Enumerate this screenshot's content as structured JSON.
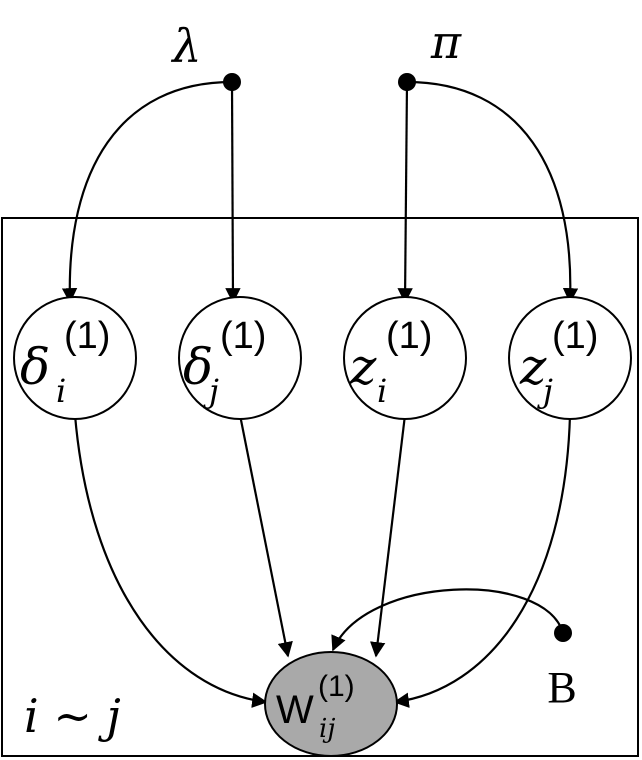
{
  "hyperparameters": {
    "lambda": "λ",
    "pi": "π",
    "b": "B"
  },
  "nodes": {
    "delta_i": {
      "base": "δ",
      "sub": "i",
      "sup": "(1)"
    },
    "delta_j": {
      "base": "δ",
      "sub": "j",
      "sup": "(1)"
    },
    "z_i": {
      "base": "z",
      "sub": "i",
      "sup": "(1)"
    },
    "z_j": {
      "base": "z",
      "sub": "j",
      "sup": "(1)"
    },
    "w_ij": {
      "base": "W",
      "sub": "ij",
      "sup": "(1)",
      "observed": true
    }
  },
  "plate": {
    "label": "i ~ j"
  },
  "colors": {
    "observed_fill": "#a9a9a9",
    "latent_fill": "#ffffff",
    "stroke": "#000000"
  }
}
